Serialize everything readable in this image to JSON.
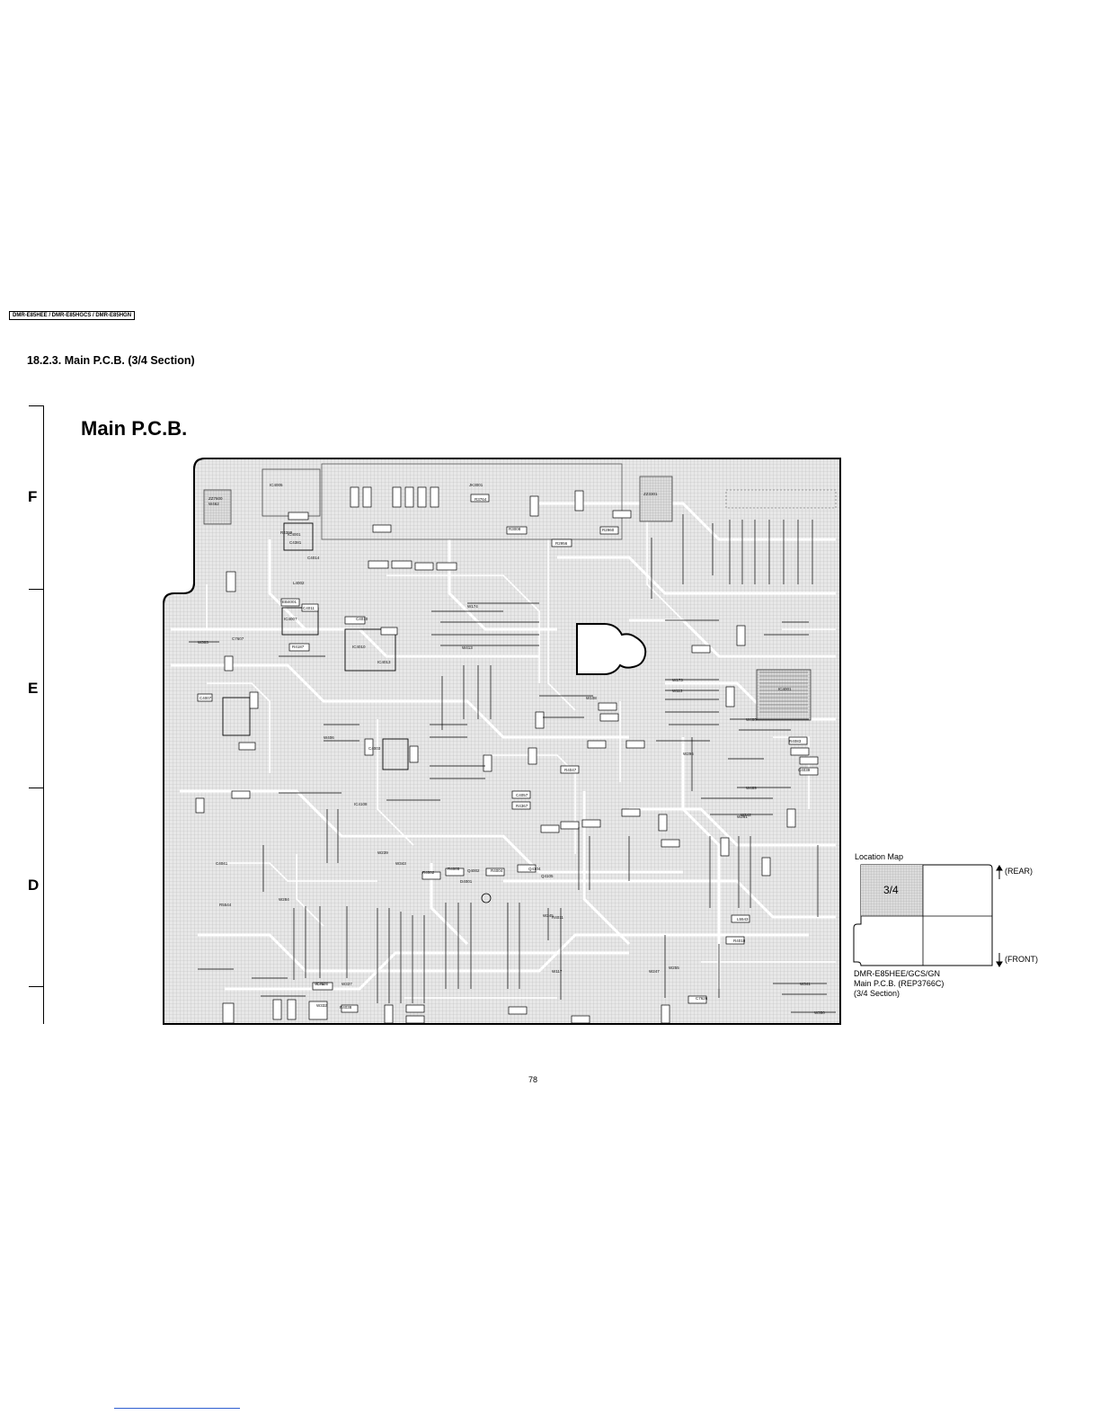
{
  "header": {
    "models": "DMR-E85HEE / DMR-E85HGCS / DMR-E85HGN"
  },
  "section": {
    "title": "18.2.3.   Main P.C.B. (3/4 Section)"
  },
  "diagram": {
    "title": "Main P.C.B.",
    "zones": [
      "F",
      "E",
      "D"
    ],
    "component_labels": [
      "ZZ7600",
      "IC4005",
      "R4399",
      "C4381",
      "IC4001",
      "C4014",
      "L4002",
      "EB4001",
      "C4011",
      "IC4007",
      "R4187",
      "IC4010",
      "C4010",
      "IC4013",
      "JK3001",
      "R3764",
      "R3008",
      "R2956",
      "R2960",
      "ZZ3301",
      "IC4001",
      "C4007",
      "C7607",
      "W413",
      "W174",
      "W303",
      "W108",
      "W173",
      "W113",
      "W480",
      "W489",
      "W242",
      "W239",
      "W245",
      "W117",
      "W255",
      "W296",
      "W284",
      "W261",
      "W247",
      "W342",
      "W343",
      "W337",
      "W341",
      "W350",
      "W332",
      "R4004",
      "R4002",
      "Q4002",
      "R4005",
      "D4001",
      "Q4104",
      "Q4105",
      "R4011",
      "R4010",
      "L5543",
      "C4041",
      "R5544",
      "C7500",
      "C7626",
      "R4038",
      "C4039",
      "R4083",
      "R4047",
      "C4057",
      "R4367",
      "C4003",
      "IC4108",
      "W406",
      "W462"
    ]
  },
  "location_map": {
    "title": "Location Map",
    "section_label": "3/4",
    "rear_label": "(REAR)",
    "front_label": "(FRONT)",
    "caption": [
      "DMR-E85HEE/GCS/GN",
      "Main P.C.B. (REP3766C)",
      "(3/4 Section)"
    ]
  },
  "page_number": "78"
}
